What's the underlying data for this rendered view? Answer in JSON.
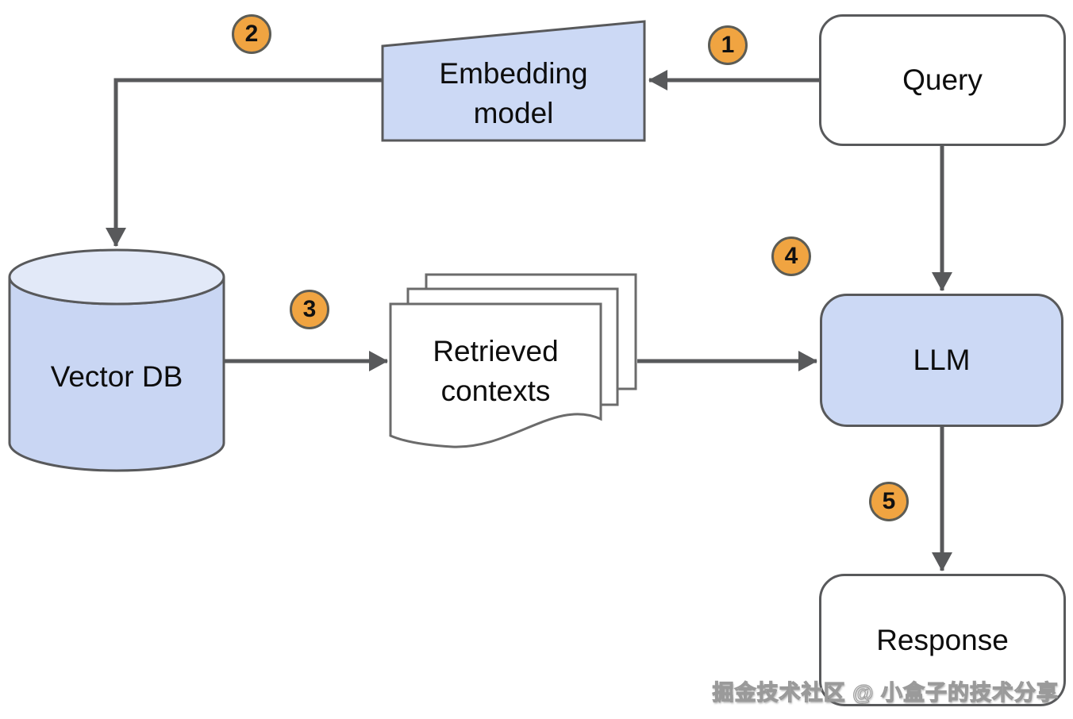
{
  "diagram": {
    "nodes": {
      "query": {
        "label": "Query"
      },
      "embedding_model": {
        "label": "Embedding\nmodel"
      },
      "vector_db": {
        "label": "Vector DB"
      },
      "retrieved_contexts": {
        "label": "Retrieved\ncontexts"
      },
      "llm": {
        "label": "LLM"
      },
      "response": {
        "label": "Response"
      }
    },
    "step_badges": [
      {
        "number": "1"
      },
      {
        "number": "2"
      },
      {
        "number": "3"
      },
      {
        "number": "4"
      },
      {
        "number": "5"
      }
    ],
    "edges": [
      {
        "from": "Query",
        "to": "Embedding model",
        "step": "1"
      },
      {
        "from": "Embedding model",
        "to": "Vector DB",
        "step": "2"
      },
      {
        "from": "Vector DB",
        "to": "Retrieved contexts",
        "step": "3"
      },
      {
        "from": "Retrieved contexts",
        "to": "LLM",
        "step": "4"
      },
      {
        "from": "Query",
        "to": "LLM",
        "step": ""
      },
      {
        "from": "LLM",
        "to": "Response",
        "step": "5"
      }
    ],
    "watermark": "掘金技术社区 @ 小盒子的技术分享",
    "colors": {
      "node_fill_blue": "#ccd9f5",
      "cylinder_body_fill": "#c9d6f3",
      "cylinder_top_fill": "#e2e9f8",
      "node_fill_white": "#ffffff",
      "stroke_gray": "#58595b",
      "arrow_gray": "#58595b",
      "badge_orange": "#f0a441",
      "text_black": "#0d0d0d"
    }
  }
}
